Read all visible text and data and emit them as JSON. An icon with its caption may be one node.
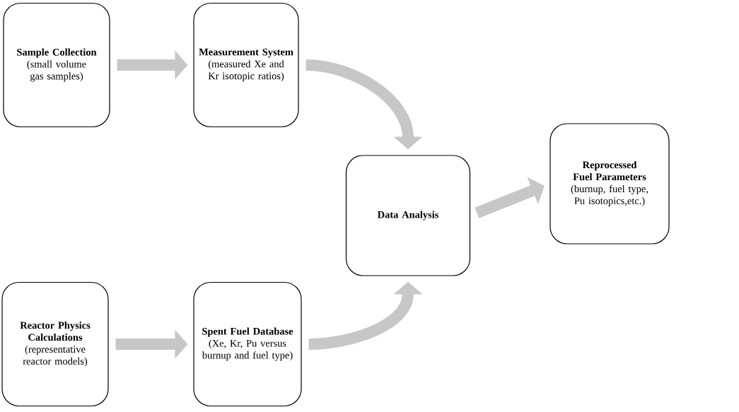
{
  "diagram": {
    "nodes": [
      {
        "text": [
          "Sample Collection",
          "(small volume gas samples)"
        ]
      },
      {
        "text": [
          "Measurement System",
          "(measured Xe and Kr isotopic ratios)"
        ]
      },
      {
        "text": [
          "Data Analysis"
        ]
      },
      {
        "text": [
          "Reprocessed Fuel Parameters",
          "(burnup, fuel type, Pu isotopics,etc.)"
        ]
      },
      {
        "text": [
          "Reactor Physics Calculations",
          "(representative reactor models)"
        ]
      },
      {
        "text": [
          "Spent Fuel Database",
          "(Xe, Kr, Pu versus burnup and fuel type)"
        ]
      }
    ],
    "edges": [
      {
        "from": 0,
        "to": 1,
        "arrow": "to"
      },
      {
        "from": 1,
        "to": 2,
        "arrow": "to"
      },
      {
        "from": 2,
        "to": 3,
        "arrow": "to"
      },
      {
        "from": 4,
        "to": 5,
        "arrow": "to"
      },
      {
        "from": 5,
        "to": 2,
        "arrow": "to"
      }
    ]
  }
}
